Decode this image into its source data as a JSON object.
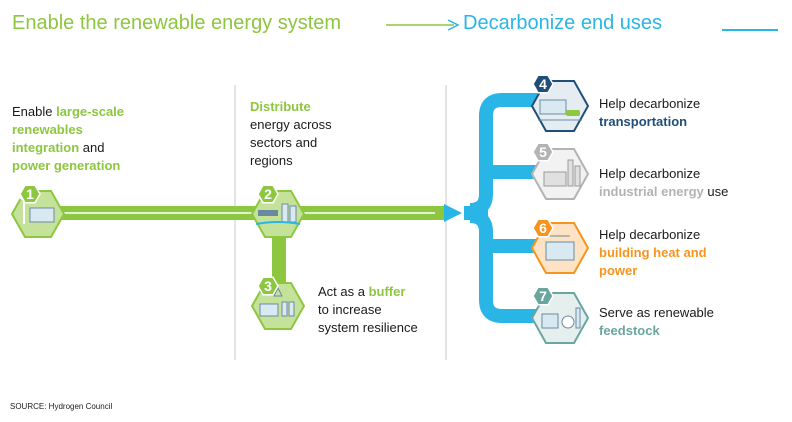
{
  "header": {
    "left": "Enable the renewable energy system",
    "right": "Decarbonize end uses",
    "left_color": "#8dc63f",
    "right_color": "#29b6e6"
  },
  "steps": [
    {
      "num": "1",
      "lines": [
        [
          {
            "t": "Enable ",
            "s": ""
          },
          {
            "t": "large-scale",
            "s": "g"
          }
        ],
        [
          {
            "t": "renewables",
            "s": "g"
          }
        ],
        [
          {
            "t": "integration",
            "s": "g"
          },
          {
            "t": " and",
            "s": ""
          }
        ],
        [
          {
            "t": "power generation",
            "s": "g"
          }
        ]
      ],
      "color": "#8dc63f"
    },
    {
      "num": "2",
      "lines": [
        [
          {
            "t": "Distribute",
            "s": "g"
          }
        ],
        [
          {
            "t": "energy across",
            "s": ""
          }
        ],
        [
          {
            "t": "sectors and",
            "s": ""
          }
        ],
        [
          {
            "t": "regions",
            "s": ""
          }
        ]
      ],
      "color": "#8dc63f"
    },
    {
      "num": "3",
      "lines": [
        [
          {
            "t": "Act as a ",
            "s": ""
          },
          {
            "t": "buffer",
            "s": "g"
          }
        ],
        [
          {
            "t": "to increase",
            "s": ""
          }
        ],
        [
          {
            "t": "system resilience",
            "s": ""
          }
        ]
      ],
      "color": "#8dc63f"
    },
    {
      "num": "4",
      "lines": [
        [
          {
            "t": "Help decarbonize",
            "s": ""
          }
        ],
        [
          {
            "t": "transportation",
            "s": "navy"
          }
        ]
      ],
      "color": "#1f4e79"
    },
    {
      "num": "5",
      "lines": [
        [
          {
            "t": "Help decarbonize",
            "s": ""
          }
        ],
        [
          {
            "t": "industrial energy",
            "s": "grey"
          },
          {
            "t": " use",
            "s": ""
          }
        ]
      ],
      "color": "#b3b3b3"
    },
    {
      "num": "6",
      "lines": [
        [
          {
            "t": "Help decarbonize",
            "s": ""
          }
        ],
        [
          {
            "t": "building heat and",
            "s": "orange"
          }
        ],
        [
          {
            "t": "power",
            "s": "orange"
          }
        ]
      ],
      "color": "#f7941d"
    },
    {
      "num": "7",
      "lines": [
        [
          {
            "t": "Serve as renewable",
            "s": ""
          }
        ],
        [
          {
            "t": "feedstock",
            "s": "teal"
          }
        ]
      ],
      "color": "#6aa6a0"
    }
  ],
  "source": "SOURCE: Hydrogen Council",
  "colors": {
    "green": "#8dc63f",
    "light_green": "#c5e29b",
    "blue": "#29b6e6",
    "divider": "#c8c8c8"
  }
}
